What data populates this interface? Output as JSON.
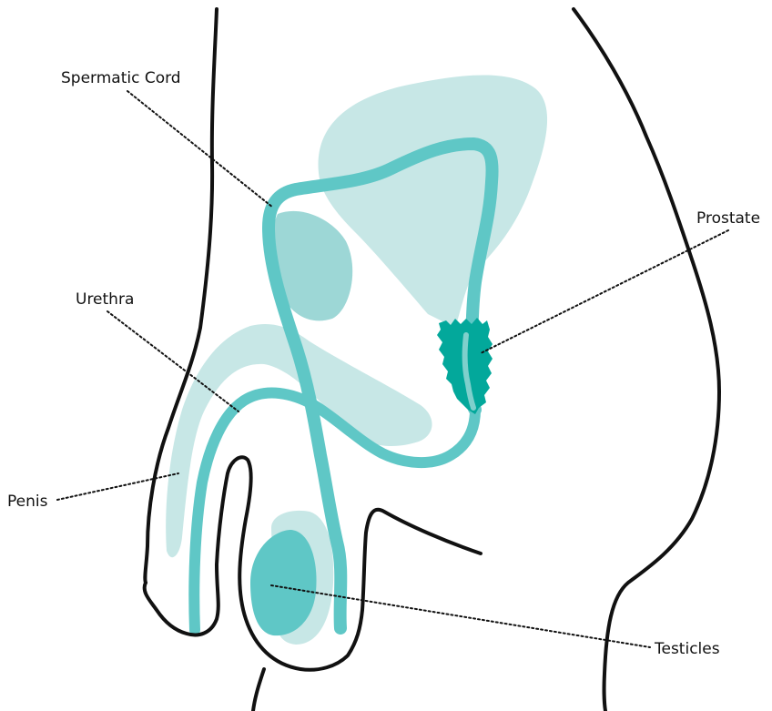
{
  "labels": {
    "spermatic_cord": "Spermatic Cord",
    "prostate": "Prostate",
    "urethra": "Urethra",
    "penis": "Penis",
    "testicles": "Testicles"
  },
  "colors": {
    "outline": "#111111",
    "light_teal": "#c7e7e6",
    "mid_teal": "#9dd7d6",
    "teal": "#5fc7c6",
    "dark_teal": "#03a89b",
    "leader": "#111111"
  }
}
